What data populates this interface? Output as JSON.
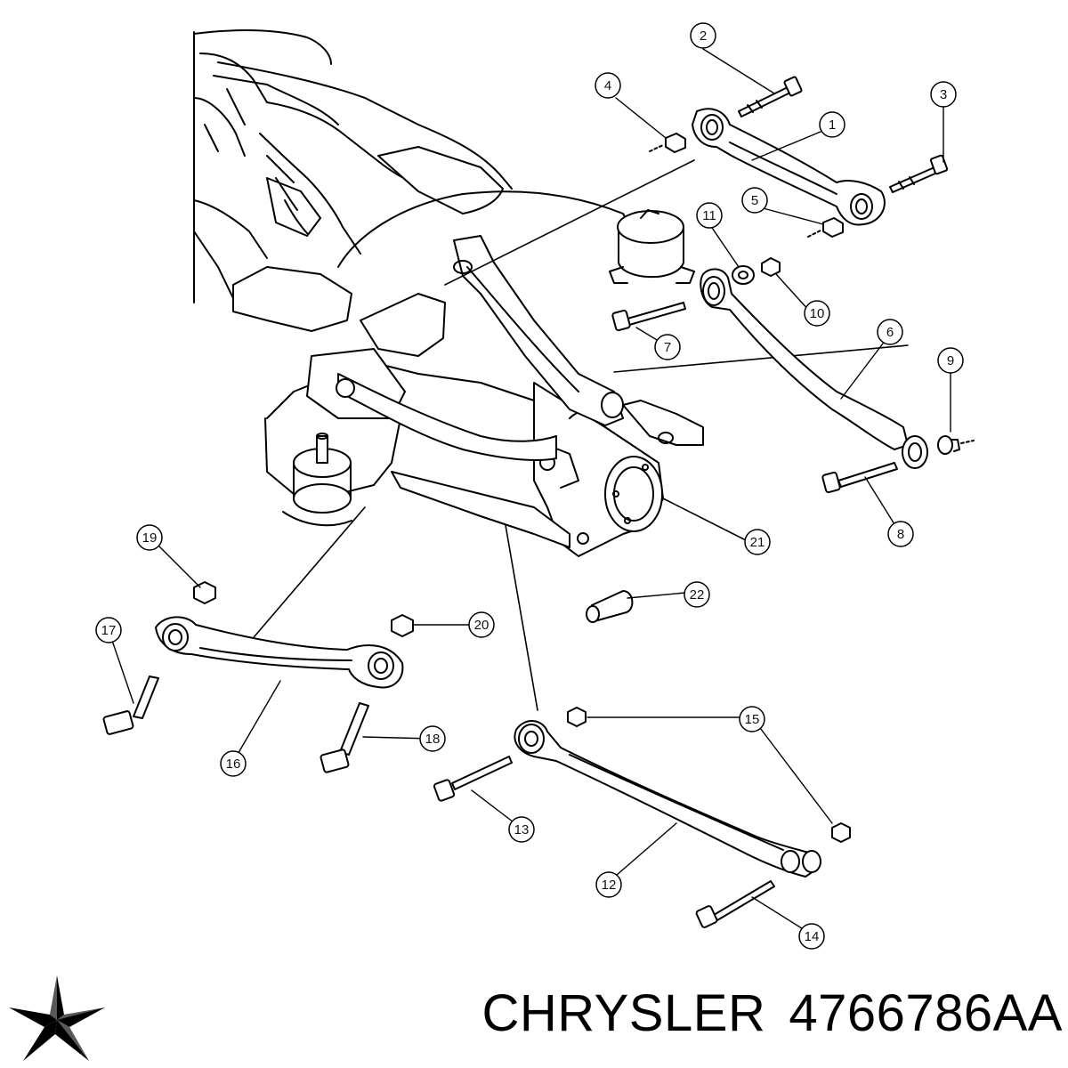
{
  "diagram": {
    "callouts": [
      "1",
      "2",
      "3",
      "4",
      "5",
      "6",
      "7",
      "8",
      "9",
      "10",
      "11",
      "12",
      "13",
      "14",
      "15",
      "16",
      "17",
      "18",
      "19",
      "20",
      "21",
      "22"
    ]
  },
  "footer": {
    "brand": "CHRYSLER",
    "part_number": "4766786AA",
    "logo_icon": "chrysler-pentastar-icon"
  },
  "colors": {
    "ink": "#000000",
    "paper": "#ffffff"
  }
}
